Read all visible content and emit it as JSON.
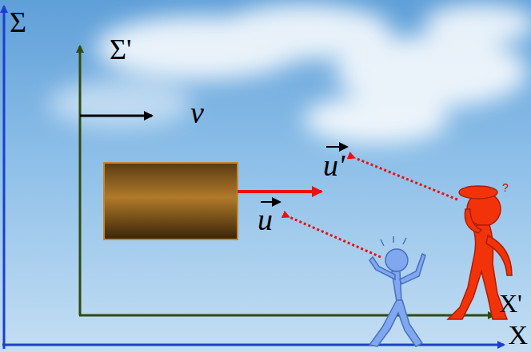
{
  "diagram": {
    "labels": [
      "Σ",
      "Σ'",
      "v",
      "u'",
      "u",
      "X'",
      "X"
    ]
  }
}
